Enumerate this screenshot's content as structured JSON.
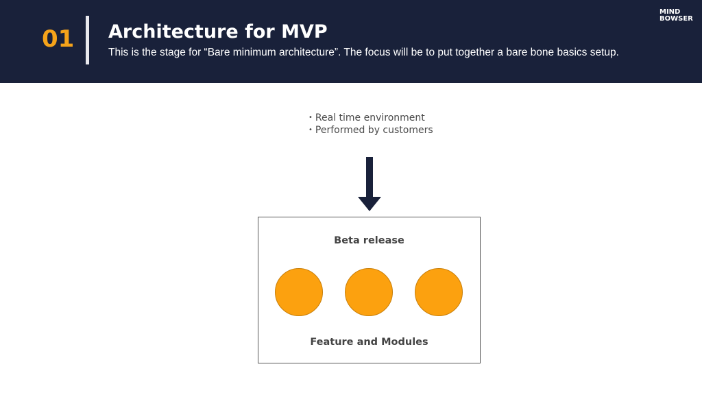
{
  "header": {
    "number": "01",
    "title": "Architecture for MVP",
    "subtitle": "This is the stage for “Bare minimum architecture”. The focus will be to put together a bare bone basics setup."
  },
  "logo": {
    "line1": "MIND",
    "line2": "BOWSER"
  },
  "bullets": [
    "Real time environment",
    "Performed by customers"
  ],
  "box": {
    "title": "Beta release",
    "footer": "Feature and Modules",
    "circle_count": 3
  },
  "colors": {
    "header_background": "#19213a",
    "accent": "#f5a31a",
    "circle_fill": "#fca10f",
    "arrow": "#19213a"
  },
  "icons": {
    "arrow": "arrow-down-icon"
  }
}
